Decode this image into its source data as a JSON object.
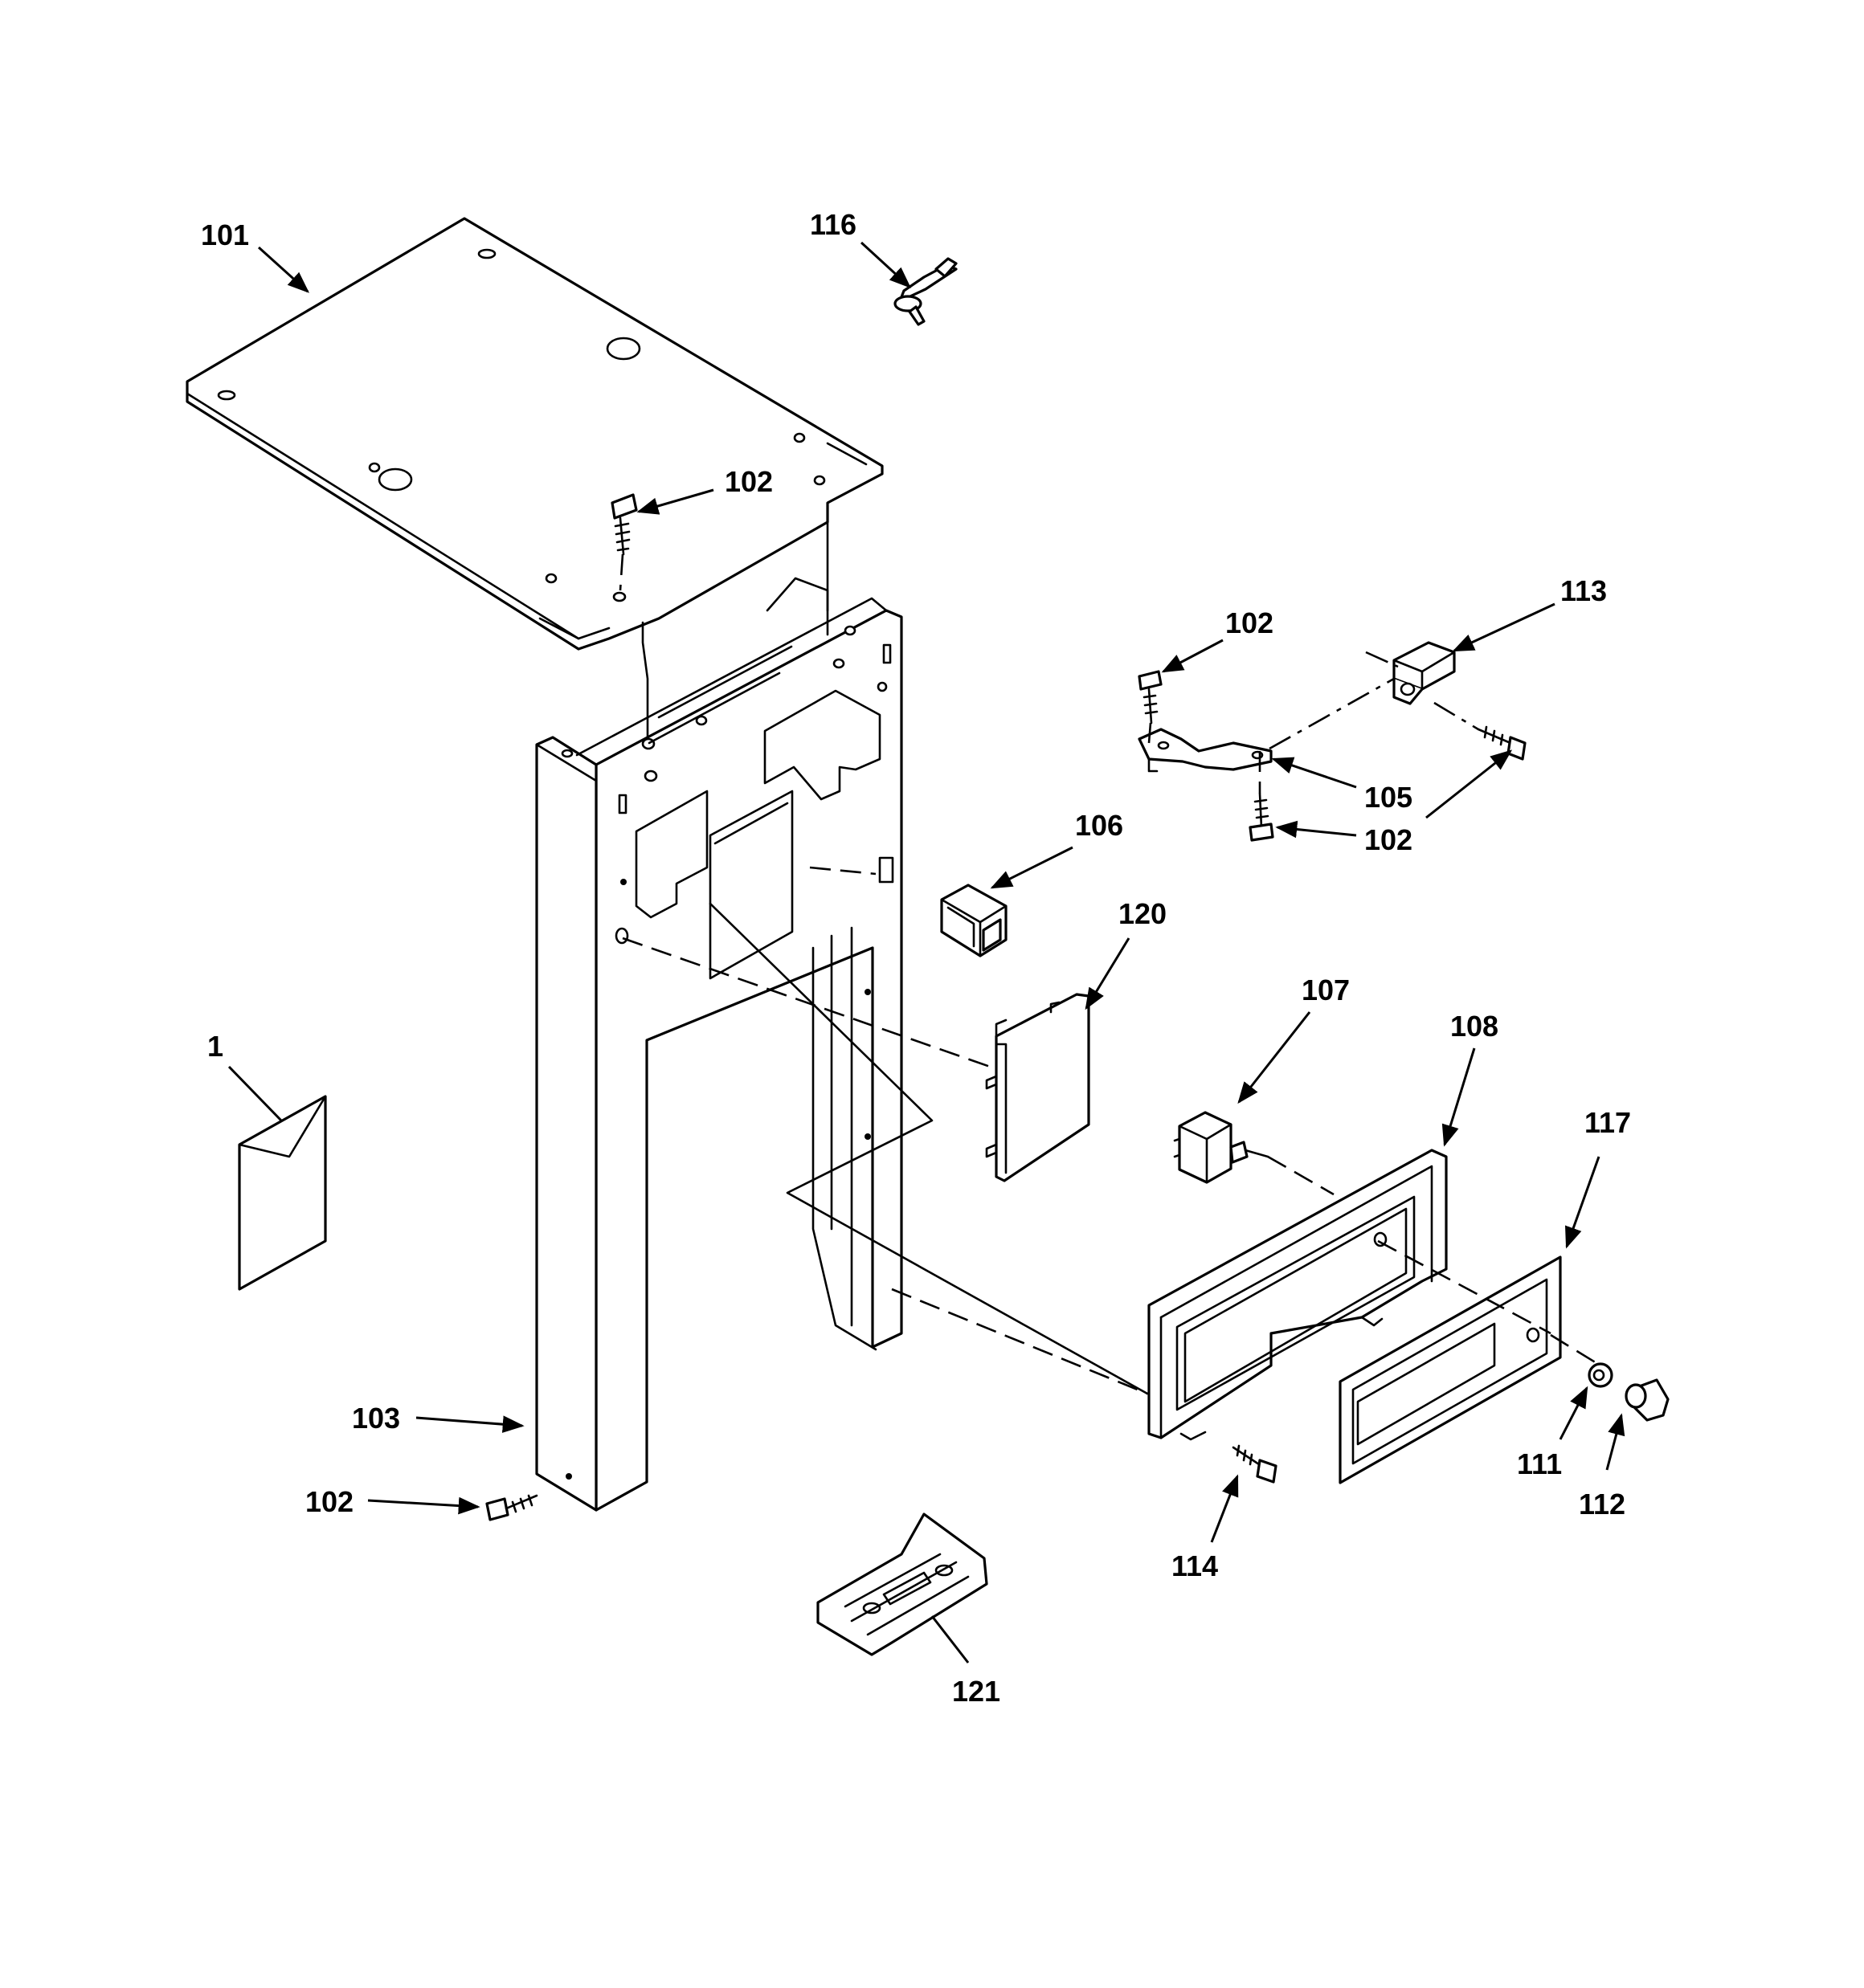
{
  "callouts": [
    {
      "id": "c101",
      "text": "101"
    },
    {
      "id": "c116",
      "text": "116"
    },
    {
      "id": "c102a",
      "text": "102"
    },
    {
      "id": "c113",
      "text": "113"
    },
    {
      "id": "c102b",
      "text": "102"
    },
    {
      "id": "c105",
      "text": "105"
    },
    {
      "id": "c102c",
      "text": "102"
    },
    {
      "id": "c106",
      "text": "106"
    },
    {
      "id": "c120",
      "text": "120"
    },
    {
      "id": "c107",
      "text": "107"
    },
    {
      "id": "c108",
      "text": "108"
    },
    {
      "id": "c1",
      "text": "1"
    },
    {
      "id": "c117",
      "text": "117"
    },
    {
      "id": "c103",
      "text": "103"
    },
    {
      "id": "c102d",
      "text": "102"
    },
    {
      "id": "c111",
      "text": "111"
    },
    {
      "id": "c112",
      "text": "112"
    },
    {
      "id": "c114",
      "text": "114"
    },
    {
      "id": "c121",
      "text": "121"
    }
  ]
}
